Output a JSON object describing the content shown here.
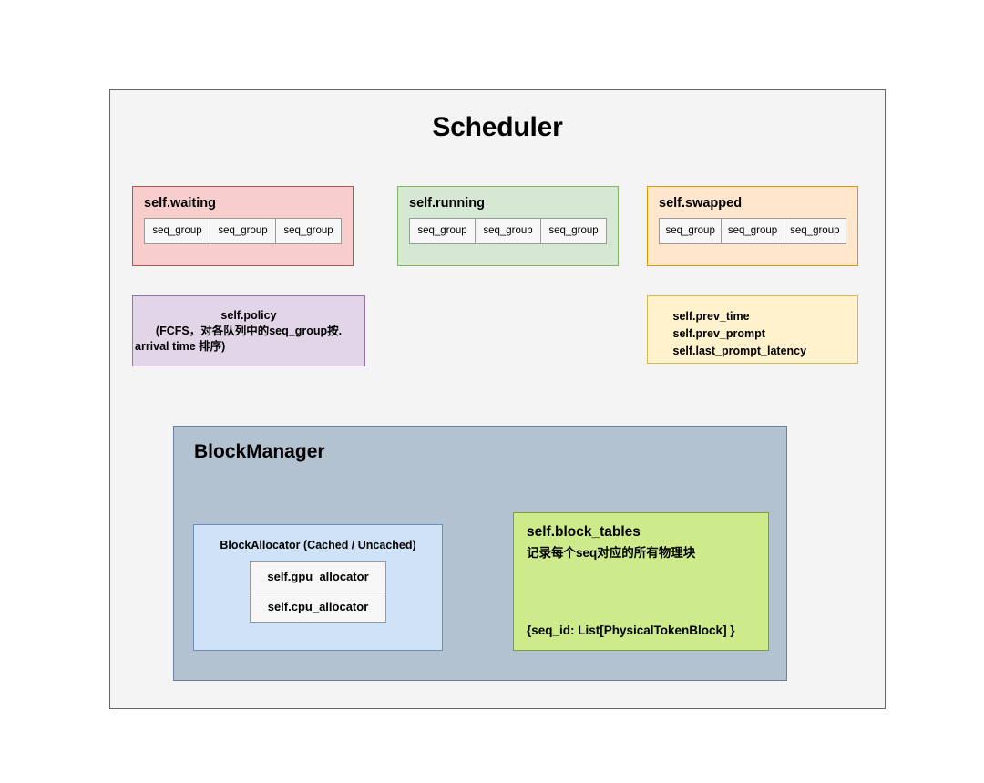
{
  "diagram": {
    "title": "Scheduler",
    "queues": [
      {
        "name": "self.waiting",
        "items": [
          "seq_group",
          "seq_group",
          "seq_group"
        ],
        "fill": "#f8cecc",
        "stroke": "#b85450"
      },
      {
        "name": "self.running",
        "items": [
          "seq_group",
          "seq_group",
          "seq_group"
        ],
        "fill": "#d5e8d4",
        "stroke": "#82b366"
      },
      {
        "name": "self.swapped",
        "items": [
          "seq_group",
          "seq_group",
          "seq_group"
        ],
        "fill": "#ffe6cc",
        "stroke": "#d79b00"
      }
    ],
    "policy": {
      "line1": "self.policy",
      "line2": "(FCFS，对各队列中的seq_group按.",
      "line3": "arrival time 排序)",
      "fill": "#e1d5e7",
      "stroke": "#9673a6"
    },
    "timing": {
      "lines": [
        "self.prev_time",
        "self.prev_prompt",
        "self.last_prompt_latency"
      ],
      "fill": "#fff2cc",
      "stroke": "#d6b656"
    },
    "block_manager": {
      "title": "BlockManager",
      "fill": "#b2c2d0",
      "stroke": "#6b8199",
      "block_allocator": {
        "title": "BlockAllocator (Cached / Uncached)",
        "allocators": [
          "self.gpu_allocator",
          "self.cpu_allocator"
        ],
        "fill": "#cfe2f7",
        "stroke": "#6c8ebf"
      },
      "block_tables": {
        "title": "self.block_tables",
        "description": "记录每个seq对应的所有物理块",
        "schema": "{seq_id: List[PhysicalTokenBlock] }",
        "fill": "#cdeb8b",
        "stroke": "#7f9f3f"
      }
    },
    "container": {
      "fill": "#f4f4f4",
      "stroke": "#666666"
    }
  }
}
